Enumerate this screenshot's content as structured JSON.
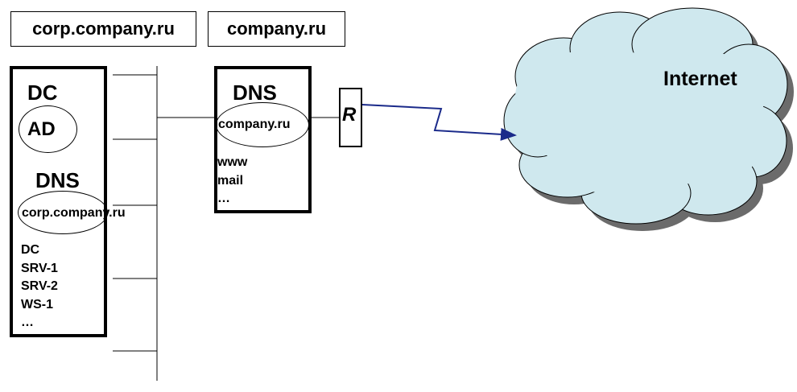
{
  "domains": {
    "internal": "corp.company.ru",
    "external": "company.ru"
  },
  "dc_server": {
    "title": "DC",
    "ad_label": "AD",
    "dns_title": "DNS",
    "zone": "corp.company.ru",
    "records": [
      "DC",
      "SRV-1",
      "SRV-2",
      "WS-1",
      "…"
    ]
  },
  "dns_server": {
    "title": "DNS",
    "zone": "company.ru",
    "records": [
      "www",
      "mail",
      "…"
    ]
  },
  "router": {
    "label": "R"
  },
  "internet": {
    "label": "Internet"
  },
  "colors": {
    "cloud_fill": "#cfe8ee",
    "cloud_shadow": "#6b6b6b",
    "wan_link": "#1a2a8a"
  }
}
